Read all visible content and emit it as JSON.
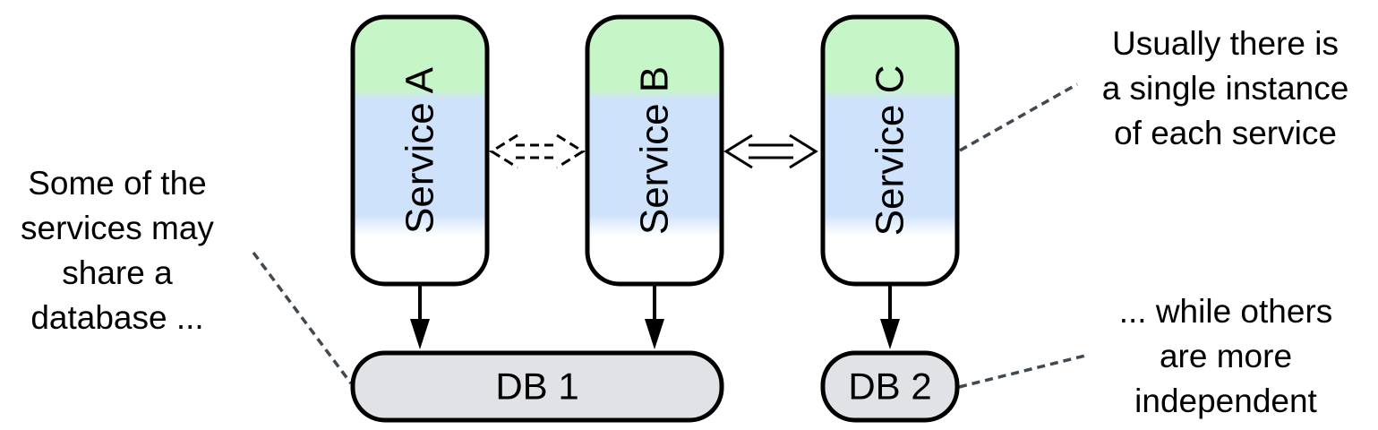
{
  "services": [
    {
      "label": "Service A"
    },
    {
      "label": "Service B"
    },
    {
      "label": "Service C"
    }
  ],
  "databases": [
    {
      "label": "DB 1"
    },
    {
      "label": "DB 2"
    }
  ],
  "annotations": {
    "shared_database": [
      "Some of the",
      "services may",
      "share a",
      "database ..."
    ],
    "single_instance": [
      "Usually there is",
      "a single instance",
      "of each service"
    ],
    "independent": [
      "... while others",
      "are more",
      "independent"
    ]
  },
  "colors": {
    "service_top": "#c6f5c7",
    "service_middle": "#cfe2fb",
    "service_bottom": "#ffffff",
    "database_fill": "#e0e2e5",
    "outline": "#000000",
    "leader_line": "#404850"
  }
}
